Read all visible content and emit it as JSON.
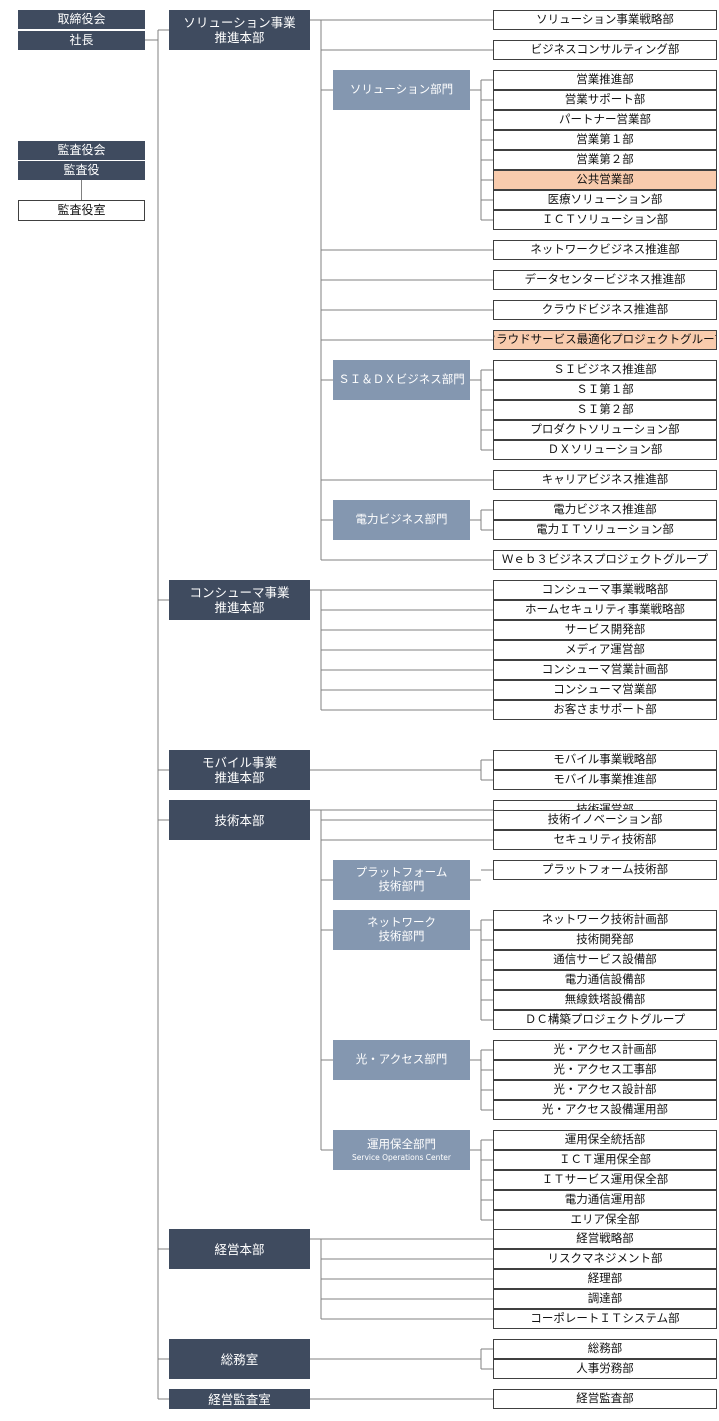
{
  "top": {
    "board": "取締役会",
    "president": "社長",
    "audit_board": "監査役会",
    "auditor": "監査役",
    "auditor_office": "監査役室"
  },
  "divisions": [
    {
      "lines": [
        "ソリューション事業",
        "推進本部"
      ],
      "items": [
        {
          "name": "ソリューション事業戦略部"
        },
        {
          "name": "ビジネスコンサルティング部"
        },
        {
          "sector": [
            "ソリューション部門"
          ],
          "depts": [
            "営業推進部",
            "営業サポート部",
            "パートナー営業部",
            "営業第１部",
            "営業第２部",
            {
              "name": "公共営業部",
              "highlight": true
            },
            "医療ソリューション部",
            "ＩＣＴソリューション部"
          ]
        },
        {
          "name": "ネットワークビジネス推進部"
        },
        {
          "name": "データセンタービジネス推進部"
        },
        {
          "name": "クラウドビジネス推進部"
        },
        {
          "name": "クラウドサービス最適化プロジェクトグループ",
          "highlight": true
        },
        {
          "sector": [
            "ＳＩ＆ＤＸビジネス部門"
          ],
          "depts": [
            "ＳＩビジネス推進部",
            "ＳＩ第１部",
            "ＳＩ第２部",
            "プロダクトソリューション部",
            "ＤＸソリューション部"
          ]
        },
        {
          "name": "キャリアビジネス推進部"
        },
        {
          "sector": [
            "電力ビジネス部門"
          ],
          "depts": [
            "電力ビジネス推進部",
            "電力ＩＴソリューション部"
          ]
        },
        {
          "name": "Ｗｅｂ３ビジネスプロジェクトグループ"
        }
      ]
    },
    {
      "lines": [
        "コンシューマ事業",
        "推進本部"
      ],
      "items": [
        {
          "name": "コンシューマ事業戦略部"
        },
        {
          "name": "ホームセキュリティ事業戦略部"
        },
        {
          "name": "サービス開発部"
        },
        {
          "name": "メディア運営部"
        },
        {
          "name": "コンシューマ営業計画部"
        },
        {
          "name": "コンシューマ営業部"
        },
        {
          "name": "お客さまサポート部"
        }
      ]
    },
    {
      "lines": [
        "モバイル事業",
        "推進本部"
      ],
      "items": [
        {
          "name": "モバイル事業戦略部"
        },
        {
          "name": "モバイル事業推進部"
        }
      ]
    },
    {
      "lines": [
        "技術本部"
      ],
      "items": [
        {
          "name": "技術運営部"
        },
        {
          "name": "技術イノベーション部"
        },
        {
          "name": "セキュリティ技術部"
        },
        {
          "sector": [
            "プラットフォーム",
            "技術部門"
          ],
          "depts": [
            "プラットフォーム技術部"
          ]
        },
        {
          "sector": [
            "ネットワーク",
            "技術部門"
          ],
          "depts": [
            "ネットワーク技術計画部",
            "技術開発部",
            "通信サービス設備部",
            "電力通信設備部",
            "無線鉄塔設備部",
            "ＤＣ構築プロジェクトグループ"
          ]
        },
        {
          "sector": [
            "光・アクセス部門"
          ],
          "depts": [
            "光・アクセス計画部",
            "光・アクセス工事部",
            "光・アクセス設計部",
            "光・アクセス設備運用部"
          ]
        },
        {
          "sector": [
            "運用保全部門"
          ],
          "sector_sub": "Service Operations Center",
          "depts": [
            "運用保全統括部",
            "ＩＣＴ運用保全部",
            "ＩＴサービス運用保全部",
            "電力通信運用部",
            "エリア保全部"
          ]
        }
      ]
    },
    {
      "lines": [
        "経営本部"
      ],
      "items": [
        {
          "name": "経営戦略部"
        },
        {
          "name": "リスクマネジメント部"
        },
        {
          "name": "経理部"
        },
        {
          "name": "調達部"
        },
        {
          "name": "コーポレートＩＴシステム部"
        }
      ]
    },
    {
      "lines": [
        "総務室"
      ],
      "items": [
        {
          "name": "総務部"
        },
        {
          "name": "人事労務部"
        }
      ]
    },
    {
      "lines": [
        "経営監査室"
      ],
      "items": [
        {
          "name": "経営監査部"
        }
      ]
    }
  ],
  "colors": {
    "executive": "#3f4b5f",
    "sector": "#8497b0",
    "highlight": "#f8cbad",
    "line": "#808080",
    "border": "#404040"
  }
}
